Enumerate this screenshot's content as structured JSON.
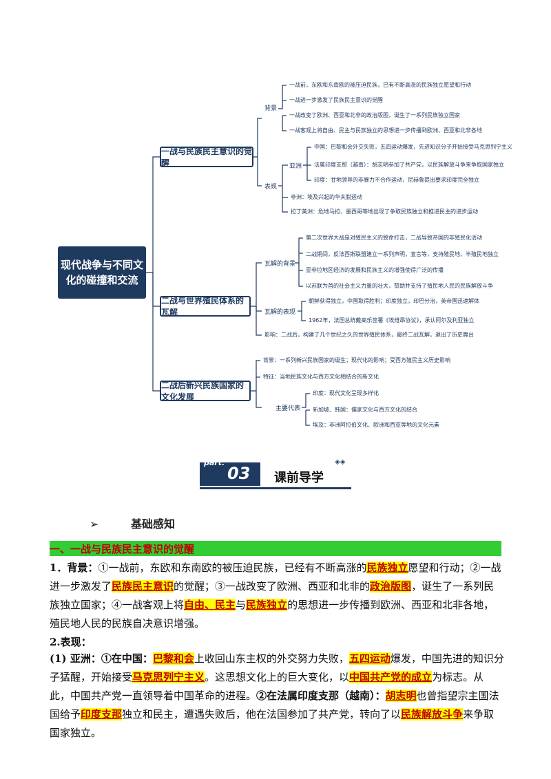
{
  "mindmap": {
    "root": "现代战争与不同文化的碰撞和交流",
    "branches": [
      {
        "label": "一战与民族民主意识的觉醒",
        "groups": [
          {
            "label": "背景",
            "items": [
              "一战前，东欧和东南欧的被压迫民族，已有不断高涨的民族独立愿望和行动",
              "一战进一步激发了民族民主意识的觉醒",
              "一战改变了欧洲、西亚和北非的政治版图，诞生了一系列民族独立国家",
              "一战客观上将自由、民主与民族独立的思想进一步传播到欧洲、西亚和北非各地"
            ]
          },
          {
            "label": "表现",
            "sub": "亚洲",
            "items": [
              "中国：巴黎和会外交失败，五四运动爆发，先进知识分子开始接受马克思列宁主义",
              "法属印度支那（越南）：胡志明参加了共产党，以民族解放斗争来争取国家独立",
              "印度：甘地领导的非暴力不合作运动，尼赫鲁提出要求印度完全独立",
              "非洲：埃及兴起的华夫脱运动",
              "拉丁美洲：危地马拉、墨西哥等地出现了争取民族独立和推进民主的进步运动"
            ]
          }
        ]
      },
      {
        "label": "二战与世界殖民体系的瓦解",
        "groups": [
          {
            "label": "瓦解的背景",
            "items": [
              "第二次世界大战是对殖民主义的致命打击，二战导致帝国的非殖民化活动",
              "二战期间，反法西斯联盟建立一系列声明，宣言等，支持殖民地、半殖民地独立",
              "亚非拉地区经济的发展和民族主义的增强使得广泛的传播",
              "以苏联为首的社会主义力量的壮大，赞助并支持了殖民地人民的民族解放斗争"
            ]
          },
          {
            "label": "瓦解的表现",
            "items": [
              "朝鲜获得独立，中国取得胜利；印度独立，印巴分治，英帝国迅速解体",
              "1962年，法国总统戴高乐签署《埃维昂协议》，承认阿尔及利亚独立"
            ]
          },
          {
            "label": "影响",
            "items": [
              "影响：二战后，构建了几个世纪之久的世界殖民体系，最终二战瓦解，退出了历史舞台"
            ]
          }
        ]
      },
      {
        "label": "二战后新兴民族国家的文化发展",
        "groups": [
          {
            "label": "背景",
            "items": [
              "背景：一系列新兴民族国家的诞生；现代化的影响；受西方殖民主义历史影响"
            ]
          },
          {
            "label": "特征",
            "items": [
              "特征：当地民族文化与西方文化相结合的新文化"
            ]
          },
          {
            "label": "主要代表",
            "items": [
              "印度：现代文化呈现多样化",
              "新加坡、韩国：儒家文化与西方文化的结合",
              "埃及：非洲阿拉伯文化、欧洲和西亚等地的文化元素"
            ]
          }
        ]
      }
    ]
  },
  "banner": {
    "part": "part.",
    "number": "03",
    "title": "课前导学"
  },
  "section": {
    "arrow": "➢",
    "title": "基础感知"
  },
  "heading1": "一、一战与民族民主意识的觉醒",
  "p1": {
    "label": "1．背景：",
    "t1": "①一战前，东欧和东南欧的被压迫民族，已经有不断高涨的",
    "k1": "民族独立",
    "t2": "愿望和行动；②一战进一步激发了",
    "k2": "民族民主意识",
    "t3": "的觉醒；③一战改变了欧洲、西亚和北非的",
    "k3": "政治版图",
    "t4": "，诞生了一系列民族独立国家；④一战客观上将",
    "k4": "自由、民主",
    "t5": "与",
    "k5": "民族独立",
    "t6": "的思想进一步传播到欧洲、西亚和北非各地，殖民地人民的民族自决意识增强。"
  },
  "p2": {
    "label": "2.表现："
  },
  "p3": {
    "label": "(1) 亚洲：",
    "china": "①在中国：",
    "k1": "巴黎和会",
    "t1": "上收回山东主权的外交努力失败，",
    "k2": "五四运动",
    "t2": "爆发，中国先进的知识分子猛醒，开始接受",
    "k3": "马克思列宁主义",
    "t3": "。这思想文化上的巨大变化，以",
    "k4": "中国共产党的成立",
    "t4": "为标志。从此，中国共产党一直领导着中国革命的进程。",
    "vn": "②在法属印度支那（越南）：",
    "k5": "胡志明",
    "t5": "也曾指望宗主国法国给予",
    "k6": "印度支那",
    "t6": "独立和民主，遭遇失败后，他在法国参加了共产党，转向了以",
    "k7": "民族解放斗争",
    "t7": "来争取国家独立。"
  }
}
